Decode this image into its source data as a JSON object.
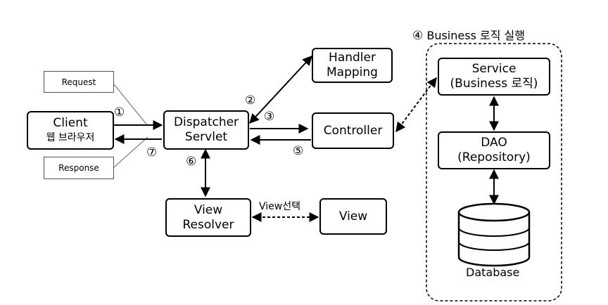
{
  "notes": {
    "request": "Request",
    "response": "Response"
  },
  "client": {
    "line1": "Client",
    "line2": "웹 브라우저"
  },
  "dispatcher": {
    "line1": "Dispatcher",
    "line2": "Servlet"
  },
  "handler": {
    "line1": "Handler",
    "line2": "Mapping"
  },
  "controller": {
    "label": "Controller"
  },
  "view_resolver": {
    "line1": "View",
    "line2": "Resolver"
  },
  "view": {
    "label": "View"
  },
  "view_select": "View선택",
  "business": {
    "title": "Business 로직 실행"
  },
  "service": {
    "line1": "Service",
    "line2": "(Business 로직)"
  },
  "dao": {
    "line1": "DAO",
    "line2": "(Repository)"
  },
  "database": {
    "label": "Database"
  },
  "steps": {
    "s1": "①",
    "s2": "②",
    "s3": "③",
    "s4": "④",
    "s5": "⑤",
    "s6": "⑥",
    "s7": "⑦"
  }
}
